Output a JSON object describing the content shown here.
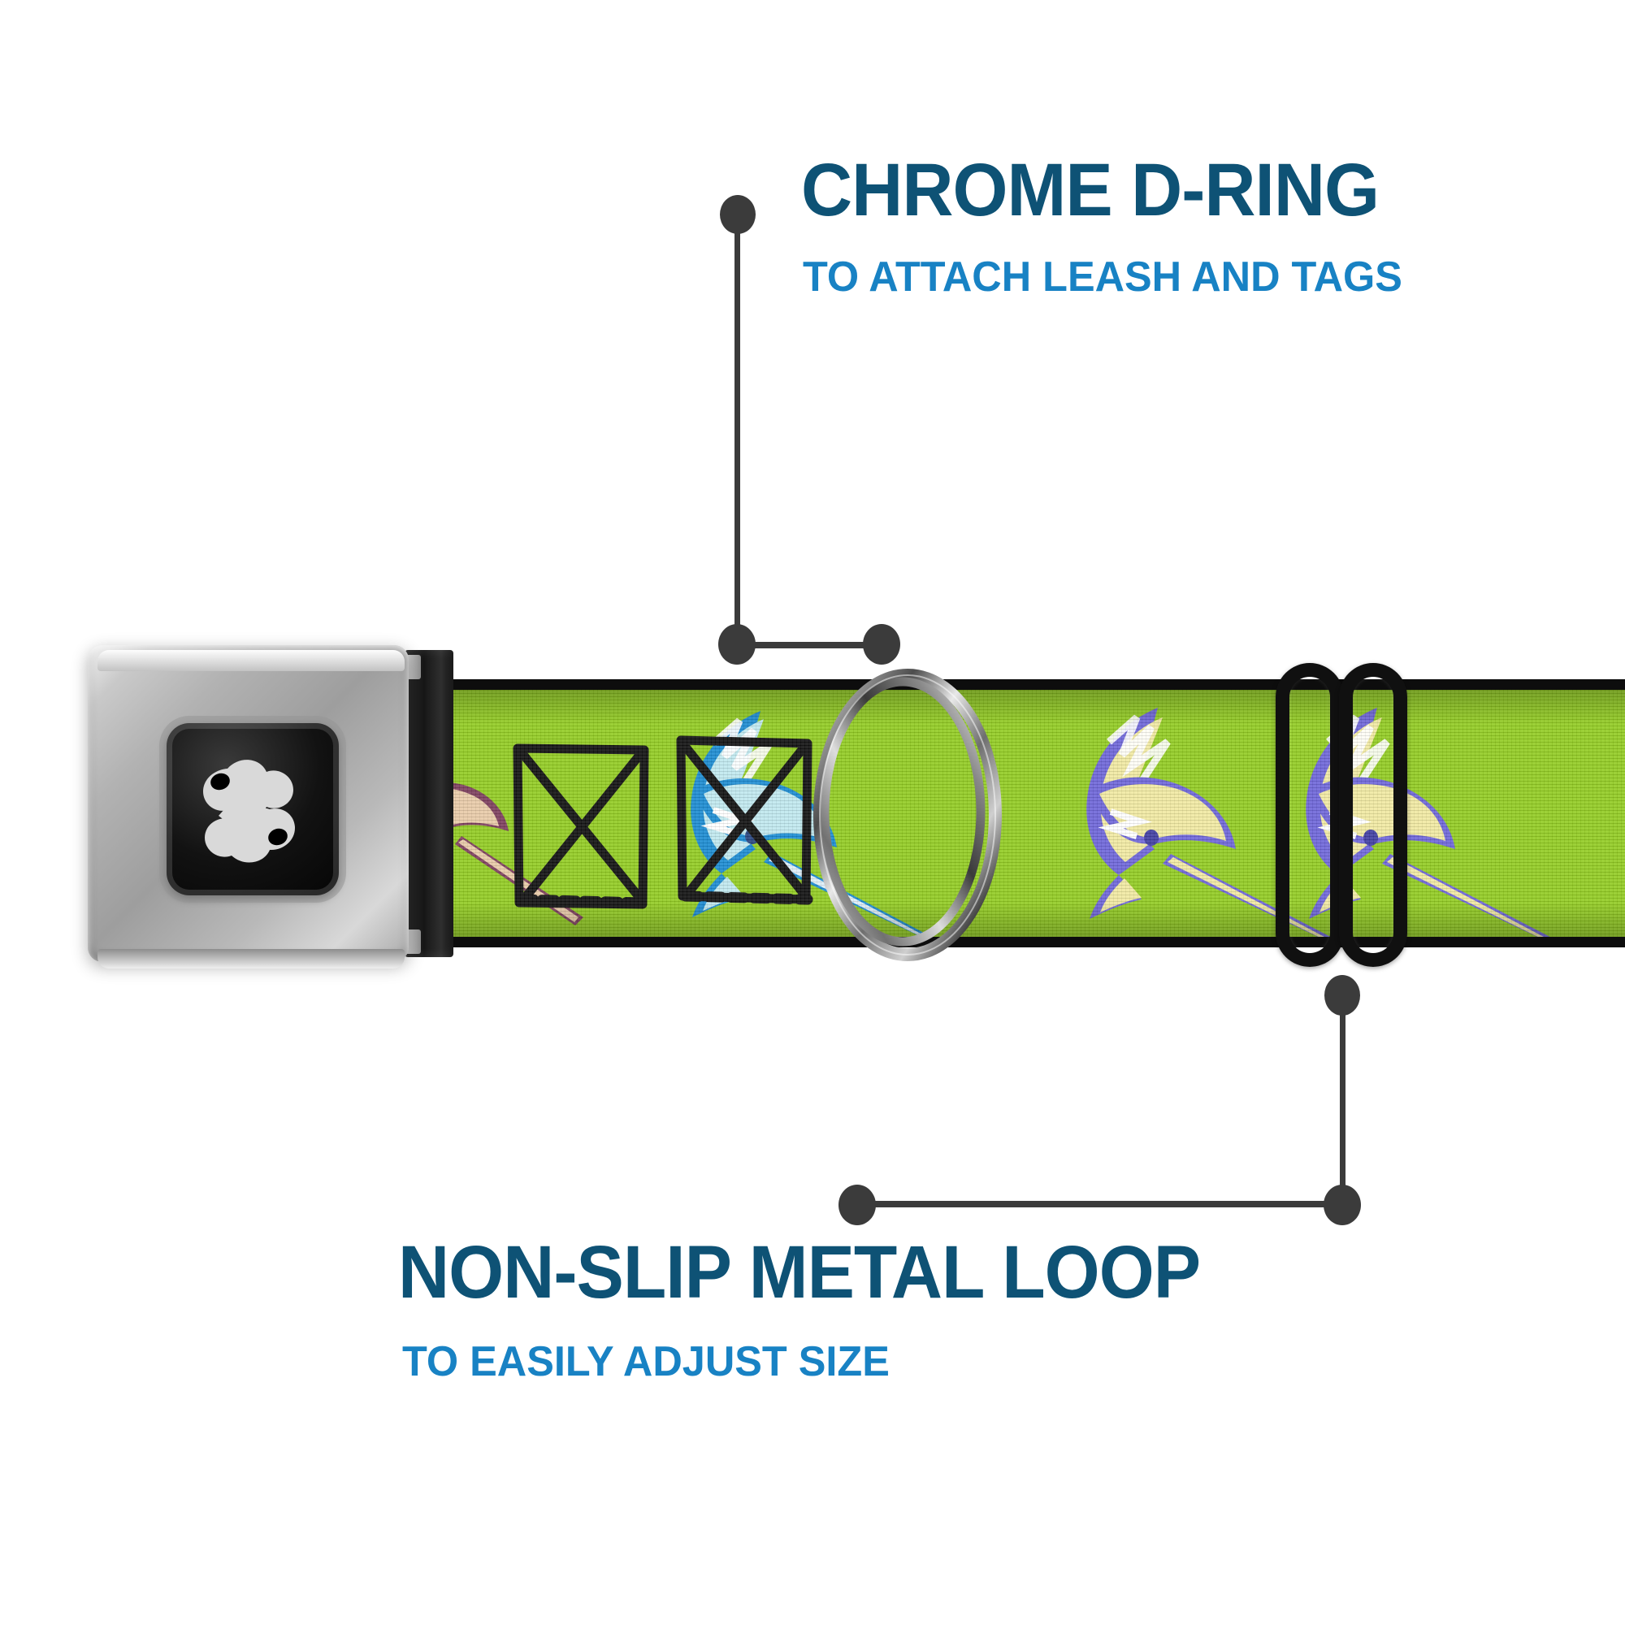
{
  "page": {
    "background_color": "#ffffff",
    "product": "dog collar with seatbelt buckle"
  },
  "colors": {
    "heading_blue": "#0e5275",
    "subheading_blue": "#1882c4",
    "leader_gray": "#3b3b3b",
    "strap_green": "#90cb1d",
    "strap_edge_black": "#0d0d0d",
    "buckle_chrome": "#b2b2b2",
    "buckle_face_black": "#000000",
    "bone_logo_white": "#d9d9d9",
    "slider_black": "#101010",
    "marlin_blue": "#1689d1",
    "marlin_teal": "#bfe8ee",
    "marlin_purple": "#6b63d8",
    "marlin_yellow": "#f0e9a0",
    "marlin_maroon": "#7a3a5a",
    "marlin_tan": "#e8c9a6"
  },
  "callouts": [
    {
      "id": "chrome-d-ring",
      "title": "CHROME D-RING",
      "subtitle": "TO ATTACH LEASH AND TAGS",
      "points_to": "d-ring"
    },
    {
      "id": "non-slip-metal-loop",
      "title": "NON-SLIP METAL LOOP",
      "subtitle": "TO EASILY ADJUST SIZE",
      "points_to": "slider-loop"
    }
  ],
  "product_parts": {
    "buckle": {
      "name": "seatbelt-style chrome buckle",
      "logo": "dog-bone-icon",
      "face_color": "#000000"
    },
    "d_ring": {
      "name": "chrome double D-ring",
      "finish": "chrome"
    },
    "slider": {
      "name": "black metal tri-glide adjustment loop",
      "finish": "black metal"
    },
    "strap": {
      "name": "printed nylon webbing strap",
      "base_color": "#90cb1d",
      "print_motifs": [
        "marlin-fish",
        "black-rectangle-hourglass-line-art"
      ]
    }
  },
  "icons": {
    "bone": "bone-icon",
    "marlin": "marlin-fish-icon",
    "d_ring": "d-ring-icon",
    "slider_loop": "slider-loop-icon"
  }
}
